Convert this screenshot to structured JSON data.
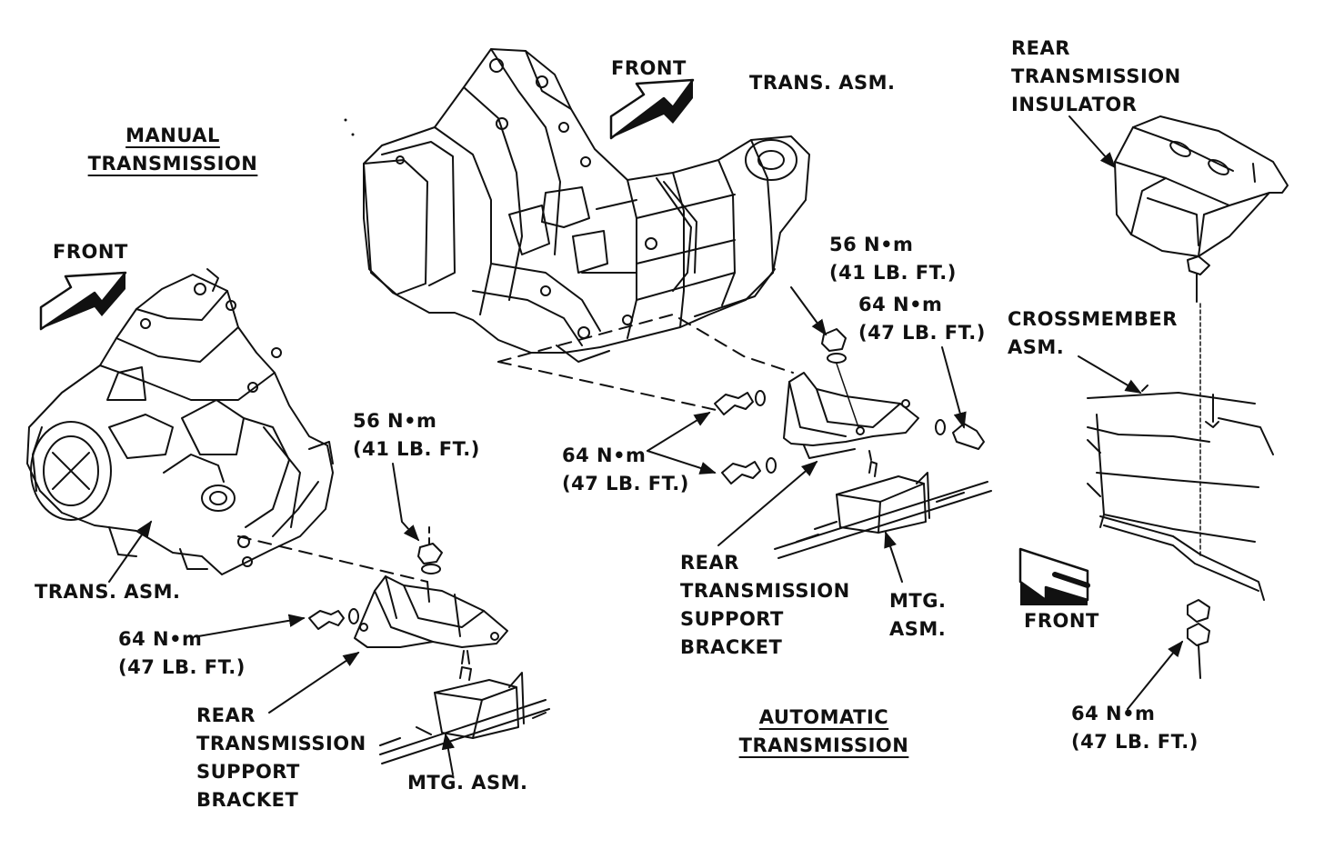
{
  "labels": {
    "manual_title": "MANUAL\nTRANSMISSION",
    "manual_front": "FRONT",
    "manual_trans_asm": "TRANS. ASM.",
    "manual_torque_56": "56 N•m\n(41 LB. FT.)",
    "manual_torque_64": "64 N•m\n(47 LB. FT.)",
    "manual_bracket": "REAR\nTRANSMISSION\nSUPPORT\nBRACKET",
    "manual_mtg_asm": "MTG. ASM.",
    "auto_front": "FRONT",
    "auto_trans_asm": "TRANS. ASM.",
    "auto_torque_56": "56 N•m\n(41 LB. FT.)",
    "auto_torque_64_right": "64 N•m\n(47 LB. FT.)",
    "auto_torque_64_left": "64 N•m\n(47 LB. FT.)",
    "auto_bracket": "REAR\nTRANSMISSION\nSUPPORT\nBRACKET",
    "auto_mtg_asm": "MTG.\nASM.",
    "auto_title": "AUTOMATIC\nTRANSMISSION",
    "insulator": "REAR\nTRANSMISSION\nINSULATOR",
    "crossmember": "CROSSMEMBER\nASM.",
    "right_front": "FRONT",
    "right_torque_64": "64 N•m\n(47 LB. FT.)"
  },
  "colors": {
    "ink": "#111111",
    "paper": "#ffffff"
  },
  "icons": [
    "front-arrow-icon",
    "bolt-icon",
    "nut-icon",
    "washer-icon"
  ]
}
